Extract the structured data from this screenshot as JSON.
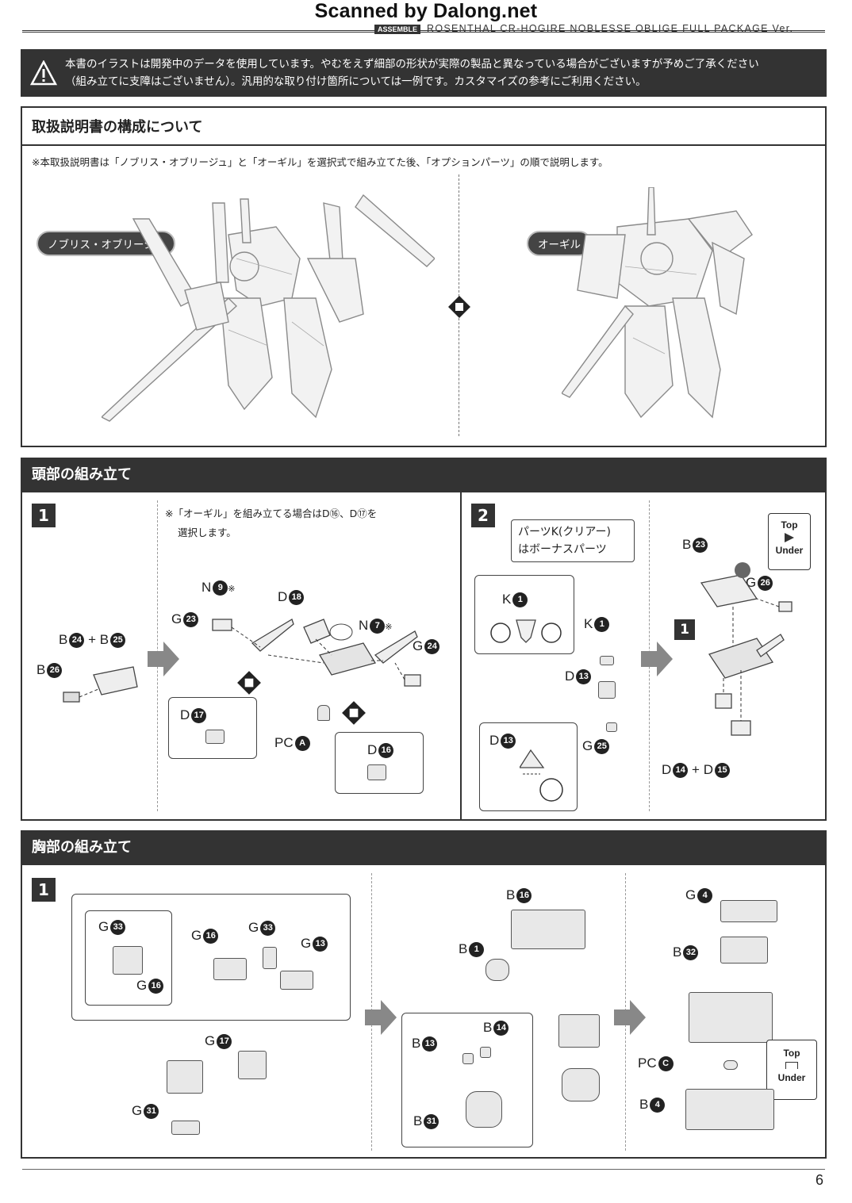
{
  "header": {
    "watermark": "Scanned by Dalong.net",
    "assemble_tag": "ASSEMBLE",
    "model_title": "ROSENTHAL CR-HOGIRE NOBLESSE OBLIGE FULL PACKAGE Ver."
  },
  "warning": {
    "line1": "本書のイラストは開発中のデータを使用しています。やむをえず細部の形状が実際の製品と異なっている場合がございますが予めご了承ください",
    "line2": "（組み立てに支障はございません）。汎用的な取り付け箇所については一例です。カスタマイズの参考にご利用ください。"
  },
  "section_structure": {
    "title": "取扱説明書の構成について",
    "note": "※本取扱説明書は「ノブリス・オブリージュ」と「オーギル」を選択式で組み立てた後、「オプションパーツ」の順で説明します。",
    "left_label": "ノブリス・オブリージュ",
    "right_label": "オーギル"
  },
  "section_head": {
    "title": "頭部の組み立て",
    "step1": {
      "num": "1",
      "note_line1": "※「オーギル」を組み立てる場合はD⑯、D⑰を",
      "note_line2": "選択します。",
      "labels": {
        "b24": "B",
        "b24n": "24",
        "plus": "+",
        "b25": "B",
        "b25n": "25",
        "b26": "B",
        "b26n": "26",
        "n9": "N",
        "n9n": "9",
        "n9mark": "※",
        "g23": "G",
        "g23n": "23",
        "d18": "D",
        "d18n": "18",
        "n7": "N",
        "n7n": "7",
        "n7mark": "※",
        "g24": "G",
        "g24n": "24",
        "d17": "D",
        "d17n": "17",
        "pca": "PC",
        "pcan": "A",
        "d16": "D",
        "d16n": "16"
      }
    },
    "step2": {
      "num": "2",
      "callout_line1": "パーツK(クリアー)",
      "callout_line2": "はボーナスパーツ",
      "labels": {
        "k1a": "K",
        "k1an": "1",
        "k1b": "K",
        "k1bn": "1",
        "d13": "D",
        "d13n": "13",
        "g25": "G",
        "g25n": "25",
        "d13b": "D",
        "d13bn": "13",
        "b23": "B",
        "b23n": "23",
        "g26": "G",
        "g26n": "26",
        "sub1": "1",
        "d14": "D",
        "d14n": "14",
        "plus": "+",
        "d15": "D",
        "d15n": "15",
        "top": "Top",
        "under": "Under"
      }
    }
  },
  "section_chest": {
    "title": "胸部の組み立て",
    "step1": {
      "num": "1",
      "labels": {
        "g33": "G",
        "g33n": "33",
        "g16a": "G",
        "g16an": "16",
        "g16b": "G",
        "g16bn": "16",
        "g33b": "G",
        "g33bn": "33",
        "g13": "G",
        "g13n": "13",
        "g17": "G",
        "g17n": "17",
        "g31": "G",
        "g31n": "31",
        "b16": "B",
        "b16n": "16",
        "b1": "B",
        "b1n": "1",
        "b14": "B",
        "b14n": "14",
        "b13": "B",
        "b13n": "13",
        "b31": "B",
        "b31n": "31",
        "g4": "G",
        "g4n": "4",
        "b32": "B",
        "b32n": "32",
        "pcc": "PC",
        "pccn": "C",
        "b4": "B",
        "b4n": "4",
        "top": "Top",
        "under": "Under"
      }
    }
  },
  "footer": {
    "page": "6"
  }
}
